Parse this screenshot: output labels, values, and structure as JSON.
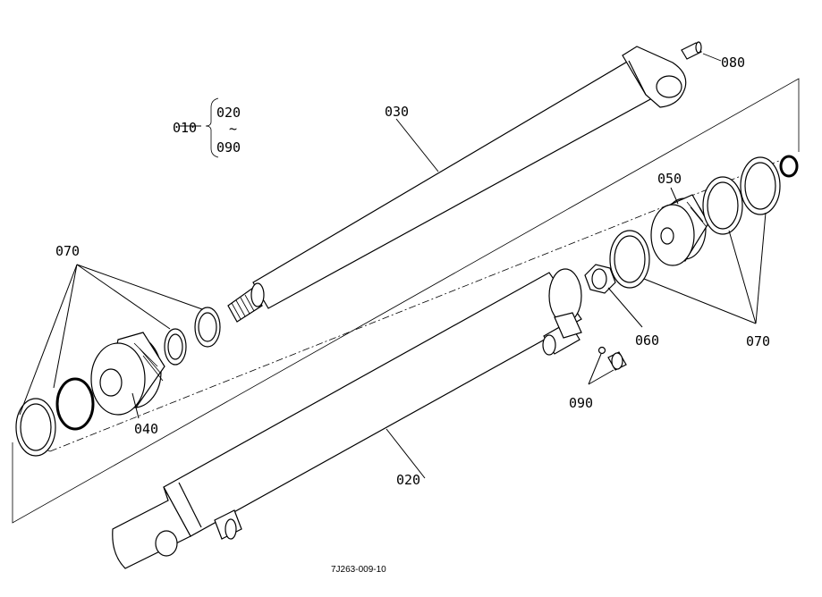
{
  "diagram": {
    "labels": {
      "assembly": "010",
      "range_start": "020",
      "range_tilde": "~",
      "range_end": "090",
      "rod": "030",
      "grease_nipple": "080",
      "piston": "050",
      "seal_right": "070",
      "nut": "060",
      "elbow": "090",
      "tube": "020",
      "head": "040",
      "seals_left": "070"
    },
    "drawing_code": "7J263-009-10"
  }
}
